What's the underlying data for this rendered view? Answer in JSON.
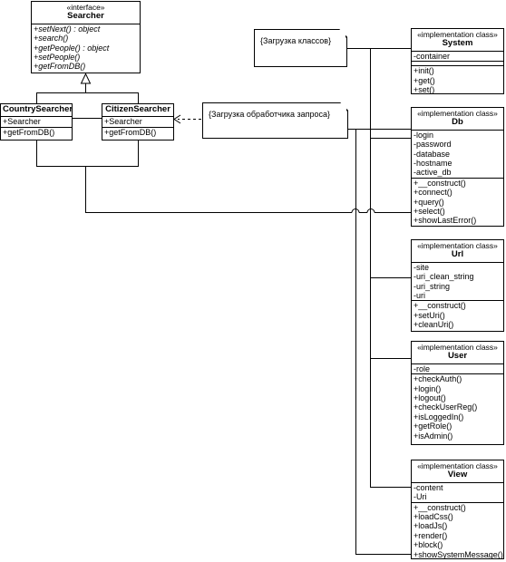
{
  "interface": {
    "stereotype": "«interface»",
    "name": "Searcher",
    "methods": [
      "+setNext() : object",
      "+search()",
      "+getPeople() : object",
      "+setPeople()",
      "+getFromDB()"
    ]
  },
  "country_searcher": {
    "name": "CountrySearcher",
    "attributes": [
      "+Searcher"
    ],
    "methods": [
      "+getFromDB()"
    ]
  },
  "citizen_searcher": {
    "name": "CitizenSearcher",
    "attributes": [
      "+Searcher"
    ],
    "methods": [
      "+getFromDB()"
    ]
  },
  "system": {
    "stereotype": "«implementation class»",
    "name": "System",
    "attributes": [
      "-container"
    ],
    "methods": [
      "+init()",
      "+get()",
      "+set()"
    ]
  },
  "db": {
    "stereotype": "«implementation class»",
    "name": "Db",
    "attributes": [
      "-login",
      "-password",
      "-database",
      "-hostname",
      "-active_db"
    ],
    "methods": [
      "+__construct()",
      "+connect()",
      "+query()",
      "+select()",
      "+showLastError()"
    ]
  },
  "url": {
    "stereotype": "«implementation class»",
    "name": "Url",
    "attributes": [
      "-site",
      "-uri_clean_string",
      "-uri_string",
      "-uri"
    ],
    "methods": [
      "+__construct()",
      "+setUri()",
      "+cleanUri()"
    ]
  },
  "user": {
    "stereotype": "«implementation class»",
    "name": "User",
    "attributes": [
      "-role"
    ],
    "methods": [
      "+checkAuth()",
      "+login()",
      "+logout()",
      "+checkUserReg()",
      "+isLoggedIn()",
      "+getRole()",
      "+isAdmin()"
    ]
  },
  "view": {
    "stereotype": "«implementation class»",
    "name": "View",
    "attributes": [
      "-content",
      "-Uri"
    ],
    "methods": [
      "+__construct()",
      "+loadCss()",
      "+loadJs()",
      "+render()",
      "+block()",
      "+showSystemMessage()"
    ]
  },
  "notes": {
    "class_loading": "{Загрузка классов}",
    "request_handler": "{Загрузка обработчика запроса}"
  },
  "colors": {
    "line": "#000000",
    "background": "#ffffff"
  }
}
